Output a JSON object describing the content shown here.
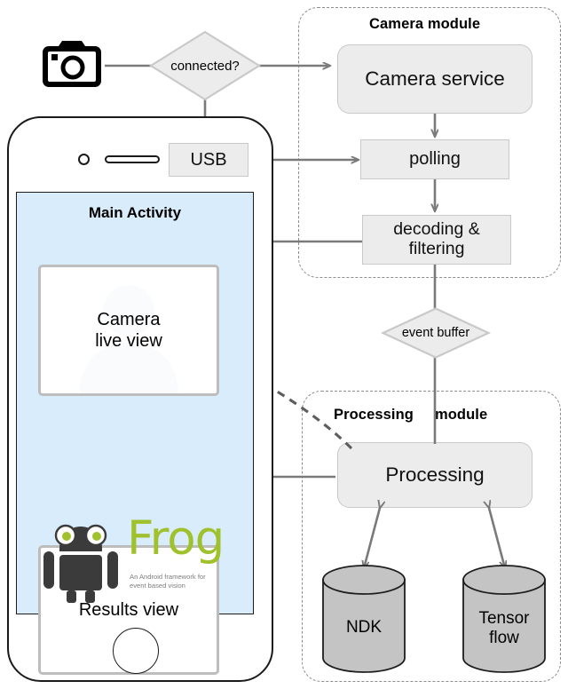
{
  "diagram": {
    "title": "Frog Android event-based vision architecture",
    "colors": {
      "node_fill": "#ececec",
      "node_stroke": "#c9c9c9",
      "edge": "#7a7a7a",
      "module_border": "#8d8d8d",
      "screen_bg": "#d9ecfb",
      "cylinder_fill": "#c4c4c4",
      "frog_green": "#9fc12c",
      "phone_outline": "#1a1a1a"
    }
  },
  "camera_device": {
    "icon": "camera-icon",
    "label": ""
  },
  "decisions": {
    "connected": "connected?",
    "event_buffer": "event buffer"
  },
  "camera_module": {
    "title": "Camera module",
    "nodes": [
      {
        "id": "camera-service",
        "label": "Camera service",
        "shape": "rounded-rect"
      },
      {
        "id": "polling",
        "label": "polling",
        "shape": "rect"
      },
      {
        "id": "decoding-filtering",
        "label": "decoding &\nfiltering",
        "line1": "decoding &",
        "line2": "filtering",
        "shape": "rect"
      }
    ]
  },
  "processing_module": {
    "title_part1": "Processing",
    "title_part2": "module",
    "nodes": [
      {
        "id": "processing",
        "label": "Processing",
        "shape": "rounded-rect"
      }
    ],
    "datastores": [
      {
        "id": "ndk",
        "label": "NDK",
        "line1": "NDK",
        "line2": "",
        "shape": "cylinder"
      },
      {
        "id": "tensorflow",
        "label": "Tensor flow",
        "line1": "Tensor",
        "line2": "flow",
        "shape": "cylinder"
      }
    ]
  },
  "phone": {
    "usb_port": "USB",
    "screen": {
      "title": "Main Activity",
      "views": [
        {
          "id": "camera-live-view",
          "line1": "Camera",
          "line2": "live view"
        },
        {
          "id": "results-view",
          "line1": "Results view",
          "line2": ""
        }
      ],
      "logo": {
        "wordmark": "Frog",
        "tagline_line1": "An Android framework for",
        "tagline_line2": "event based vision"
      }
    }
  },
  "edges": [
    {
      "from": "camera-icon",
      "to": "connected?",
      "style": "solid",
      "arrow": "none"
    },
    {
      "from": "connected?",
      "to": "camera-service",
      "style": "solid",
      "arrow": "end"
    },
    {
      "from": "connected?",
      "to": "usb",
      "style": "solid",
      "arrow": "none"
    },
    {
      "from": "camera-service",
      "to": "polling",
      "style": "solid",
      "arrow": "end"
    },
    {
      "from": "usb",
      "to": "polling",
      "style": "solid",
      "arrow": "both"
    },
    {
      "from": "polling",
      "to": "decoding-filtering",
      "style": "solid",
      "arrow": "end"
    },
    {
      "from": "decoding-filtering",
      "to": "camera-live-view",
      "style": "solid",
      "arrow": "end"
    },
    {
      "from": "decoding-filtering",
      "to": "event buffer",
      "style": "solid",
      "arrow": "none"
    },
    {
      "from": "event buffer",
      "to": "processing",
      "style": "solid",
      "arrow": "none"
    },
    {
      "from": "processing",
      "to": "camera-live-view",
      "style": "dashed",
      "arrow": "end"
    },
    {
      "from": "processing",
      "to": "results-view",
      "style": "solid",
      "arrow": "end"
    },
    {
      "from": "processing",
      "to": "ndk",
      "style": "solid",
      "arrow": "both"
    },
    {
      "from": "processing",
      "to": "tensorflow",
      "style": "solid",
      "arrow": "both"
    }
  ]
}
